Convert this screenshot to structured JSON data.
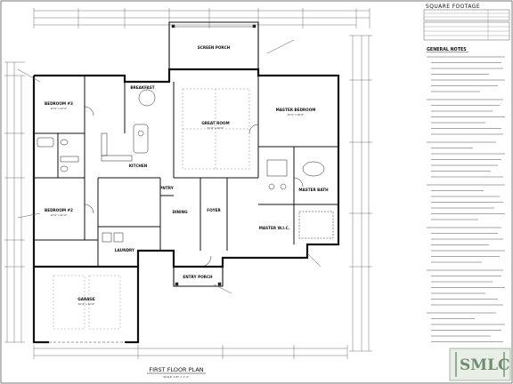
{
  "plan": {
    "title": "FIRST FLOOR PLAN",
    "scale": "SCALE: 1/8\" = 1'-0\""
  },
  "rooms": {
    "bedroom3": "BEDROOM #3",
    "breakfast": "BREAKFAST",
    "great_room": "GREAT ROOM",
    "master_bedroom": "MASTER BEDROOM",
    "screen_porch": "SCREEN PORCH",
    "kitchen": "KITCHEN",
    "bedroom2": "BEDROOM #2",
    "laundry": "LAUNDRY",
    "foyer": "FOYER",
    "dining": "DINING",
    "entry_porch": "ENTRY PORCH",
    "master_bath": "MASTER BATH",
    "master_wic": "MASTER W.I.C.",
    "garage": "GARAGE",
    "pantry": "PNTRY"
  },
  "square_footage": {
    "title": "SQUARE FOOTAGE"
  },
  "general_notes": {
    "title": "GENERAL NOTES"
  },
  "logo": {
    "text": "SMLC"
  }
}
